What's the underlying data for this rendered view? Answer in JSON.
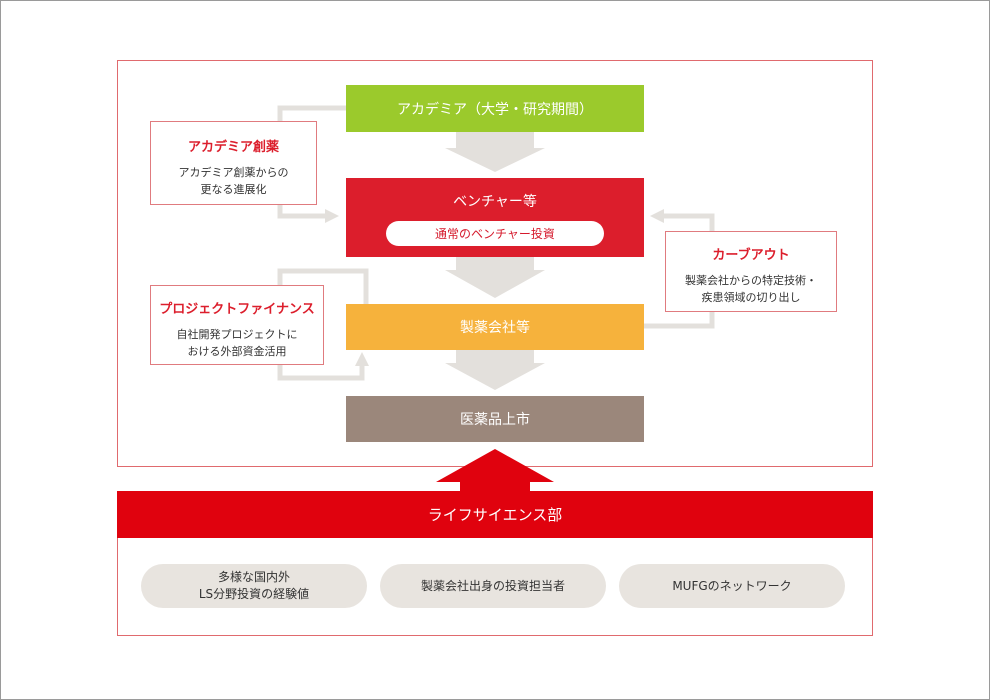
{
  "stages": {
    "academia": "アカデミア（大学・研究期間）",
    "venture": "ベンチャー等",
    "venture_pill": "通常のベンチャー投資",
    "pharma": "製薬会社等",
    "launch": "医薬品上市"
  },
  "side_boxes": {
    "academia_drug": {
      "title": "アカデミア創薬",
      "desc_lines": [
        "アカデミア創薬からの",
        "更なる進展化"
      ]
    },
    "project_finance": {
      "title": "プロジェクトファイナンス",
      "desc_lines": [
        "自社開発プロジェクトに",
        "おける外部資金活用"
      ]
    },
    "carve_out": {
      "title": "カーブアウト",
      "desc_lines": [
        "製薬会社からの特定技術・",
        "疾患領域の切り出し"
      ]
    }
  },
  "life_science": {
    "title": "ライフサイエンス部",
    "strengths": [
      {
        "lines": [
          "多様な国内外",
          "LS分野投資の経験値"
        ]
      },
      {
        "lines": [
          "製薬会社出身の投資担当者"
        ]
      },
      {
        "lines": [
          "MUFGのネットワーク"
        ]
      }
    ]
  },
  "colors": {
    "academia": "#9bca2c",
    "venture": "#dc1e2c",
    "pharma": "#f6b23c",
    "launch": "#9b877b",
    "life_science": "#e0020e",
    "flow_arrow": "#e3e0dc",
    "strength_pill": "#e8e4df"
  }
}
